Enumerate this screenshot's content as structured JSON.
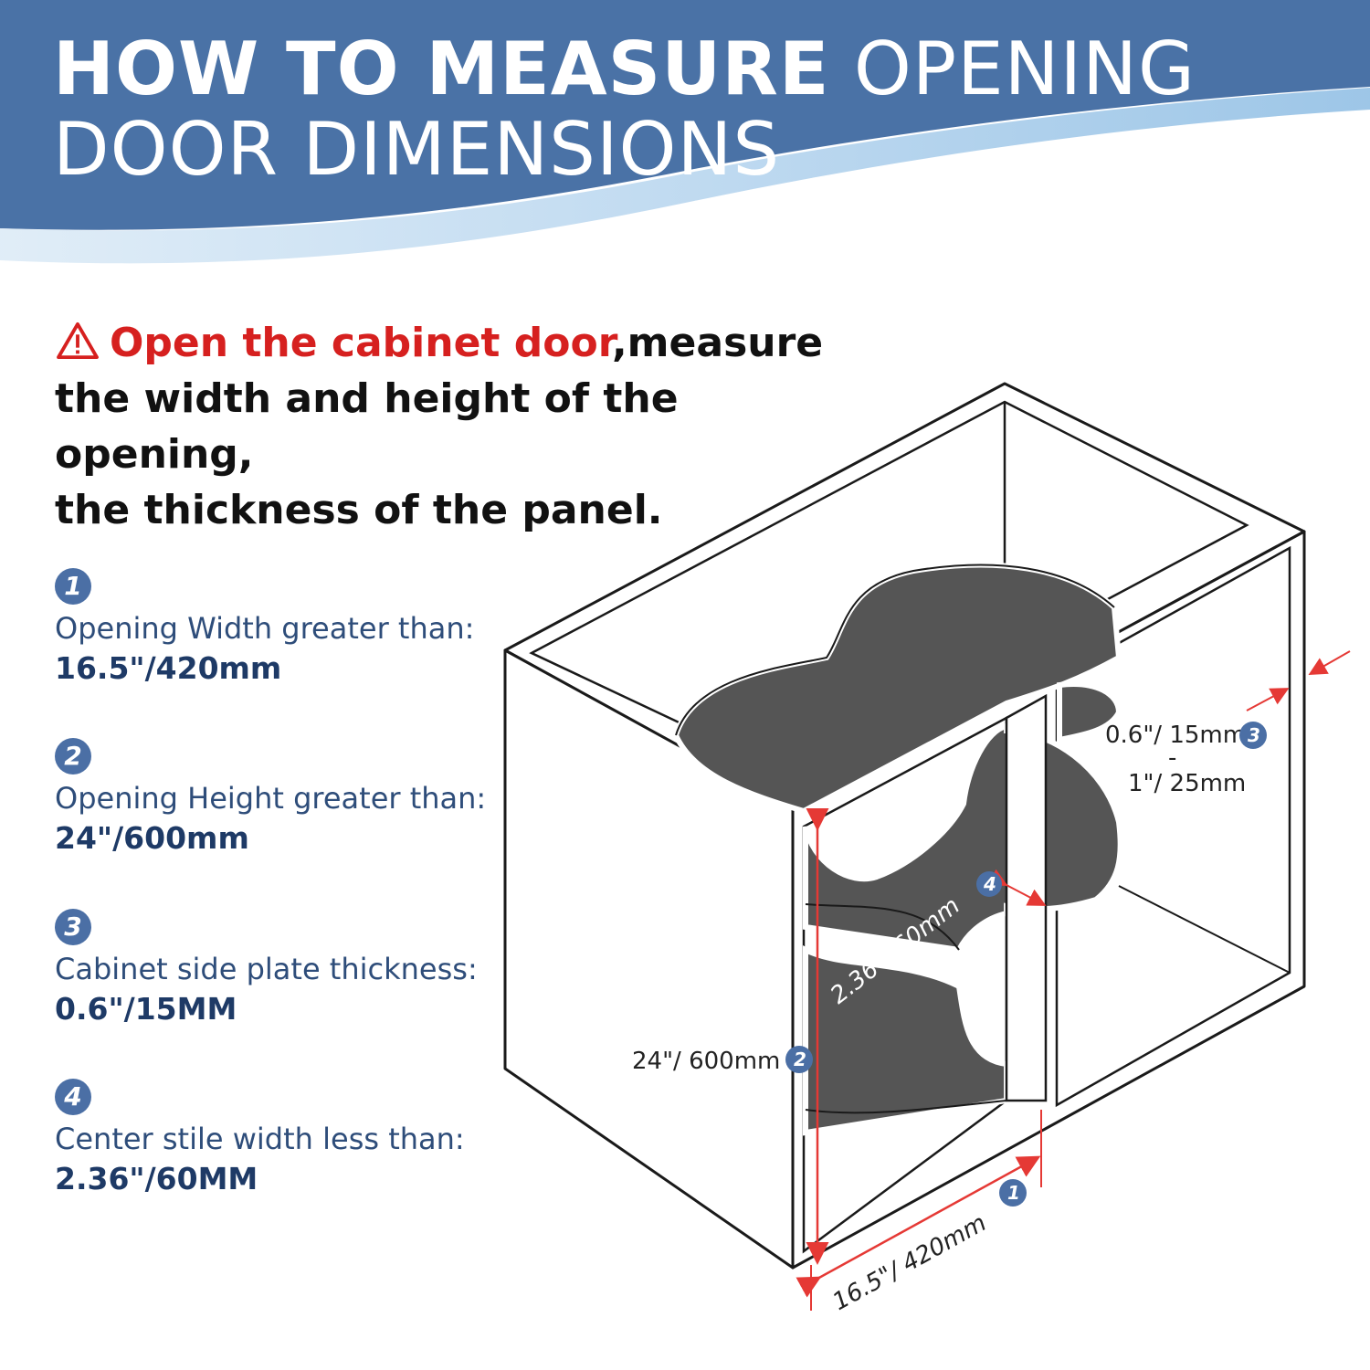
{
  "header": {
    "title_bold": "HOW TO MEASURE",
    "title_light_1": "OPENING",
    "title_light_2": "DOOR DIMENSIONS"
  },
  "intro": {
    "warning_text": "Open the cabinet door",
    "line1_rest": ",measure",
    "line2": "the width and height of the opening,",
    "line3": "the thickness of the panel."
  },
  "items": [
    {
      "number": "1",
      "label": "Opening Width greater than:",
      "value": "16.5\"/420mm"
    },
    {
      "number": "2",
      "label": "Opening Height greater than:",
      "value": "24\"/600mm"
    },
    {
      "number": "3",
      "label": "Cabinet side plate thickness:",
      "value": "0.6\"/15MM"
    },
    {
      "number": "4",
      "label": "Center stile width less than:",
      "value": "2.36\"/60MM"
    }
  ],
  "diagram": {
    "width_label": "16.5\"/ 420mm",
    "height_label": "24\"/ 600mm",
    "thickness_label_1": "0.6\"/ 15mm",
    "thickness_dash": "-",
    "thickness_label_2": "1\"/ 25mm",
    "stile_label": "2.36\"/ 60mm"
  },
  "colors": {
    "banner": "#4a72a6",
    "banner_light": "#9ec5e6",
    "badge": "#4b6fa5",
    "warning": "#d6201f",
    "dimension_line": "#e53935",
    "shelf": "#555555"
  }
}
